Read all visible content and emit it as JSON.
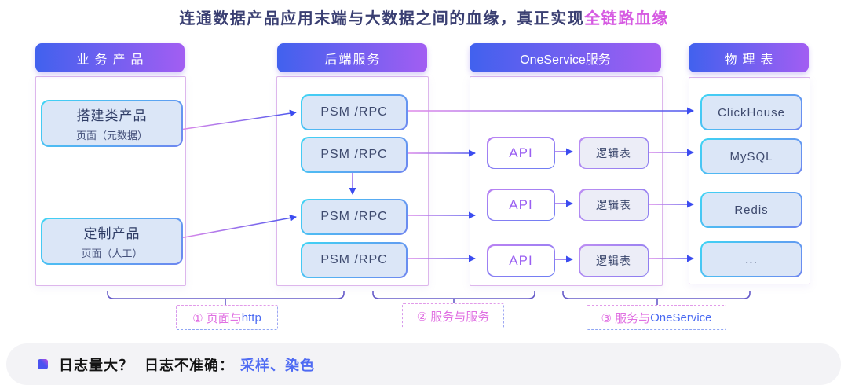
{
  "title": {
    "main": "连通数据产品应用末端与大数据之间的血缘，真正实现",
    "highlight": "全链路血缘"
  },
  "colors": {
    "title_text": "#3a3f72",
    "title_highlight": "#d65ae2",
    "header_gradient_left": "#4161ee",
    "header_gradient_right": "#a25ef2",
    "box_border_cyan": "#3fd4f4",
    "box_fill_blue": "#dbe6f7",
    "api_text_purple": "#9a5ff2",
    "arrow_pink": "#e18ae9",
    "arrow_blue": "#4956ee",
    "bracket_purple": "#665bc9",
    "footer_bg": "#f3f3f6",
    "footer_link_blue": "#4f6bf3"
  },
  "columns": [
    {
      "header": "业务产品",
      "boxes": [
        {
          "title": "搭建类产品",
          "subtitle": "页面（元数据）"
        },
        {
          "title": "定制产品",
          "subtitle": "页面（人工）"
        }
      ]
    },
    {
      "header": "后端服务",
      "boxes": [
        "PSM /RPC",
        "PSM /RPC",
        "PSM /RPC",
        "PSM /RPC"
      ]
    },
    {
      "header": "OneService服务",
      "rows": [
        {
          "api": "API",
          "table": "逻辑表"
        },
        {
          "api": "API",
          "table": "逻辑表"
        },
        {
          "api": "API",
          "table": "逻辑表"
        }
      ]
    },
    {
      "header": "物理表",
      "boxes": [
        "ClickHouse",
        "MySQL",
        "Redis",
        "..."
      ]
    }
  ],
  "annotations": [
    {
      "prefix": "① 页面与",
      "suffix": "http"
    },
    {
      "prefix": "② 服务与服务",
      "suffix": ""
    },
    {
      "prefix": "③ 服务与",
      "suffix": "OneService"
    }
  ],
  "footer": {
    "question": "日志量大？",
    "statement": "日志不准确：",
    "methods": "采样、染色"
  }
}
